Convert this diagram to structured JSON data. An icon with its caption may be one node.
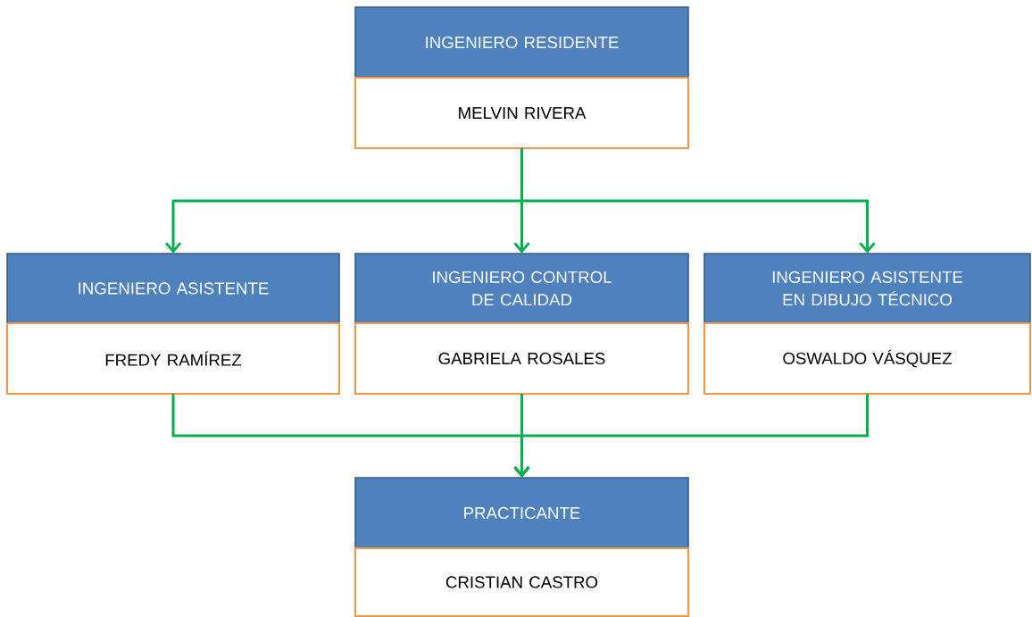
{
  "diagram": {
    "nodes": [
      {
        "text": [
          "INGENIERO RESIDENTE",
          "MELVIN RIVERA"
        ]
      },
      {
        "text": [
          "INGENIERO ASISTENTE",
          "FREDY RAMÍREZ"
        ]
      },
      {
        "text": [
          "INGENIERO CONTROL DE CALIDAD",
          "GABRIELA ROSALES"
        ]
      },
      {
        "text": [
          "INGENIERO ASISTENTE EN DIBUJO TÉCNICO",
          "OSWALDO VÁSQUEZ"
        ]
      },
      {
        "text": [
          "PRACTICANTE",
          "CRISTIAN CASTRO"
        ]
      }
    ],
    "edges": [
      {
        "from": 0,
        "to": 1,
        "arrow": "to"
      },
      {
        "from": 0,
        "to": 2,
        "arrow": "to"
      },
      {
        "from": 0,
        "to": 3,
        "arrow": "to"
      },
      {
        "from": 1,
        "to": 4,
        "arrow": "to"
      },
      {
        "from": 2,
        "to": 4,
        "arrow": "to"
      },
      {
        "from": 3,
        "to": 4,
        "arrow": "to"
      }
    ]
  }
}
